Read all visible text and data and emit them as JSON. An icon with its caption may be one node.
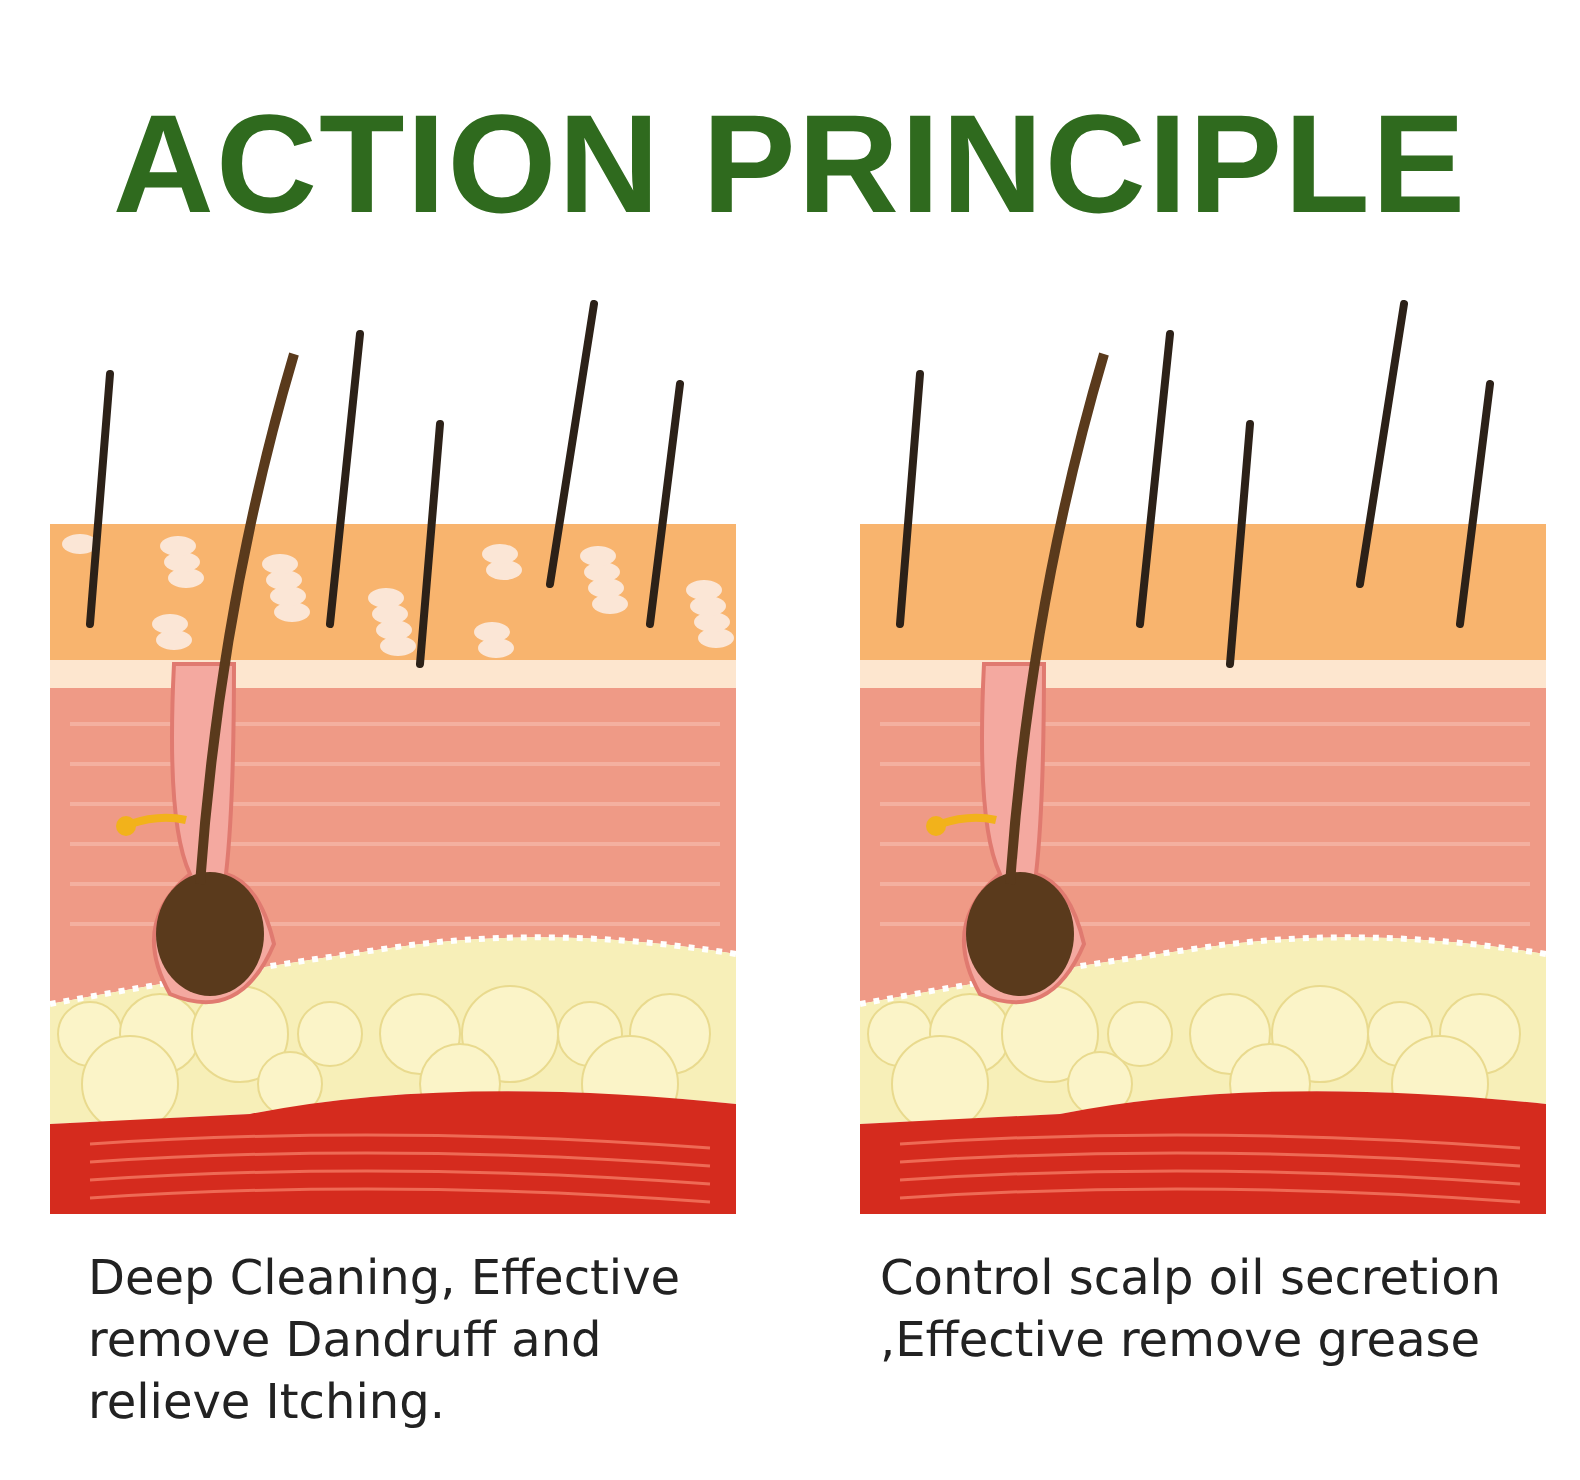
{
  "diagram": {
    "title": "ACTION PRINCIPLE",
    "labels": [
      "Deep Cleaning, Effective remove Dandruff and relieve Itching.",
      "Control scalp oil secretion ,Effective remove grease"
    ]
  }
}
